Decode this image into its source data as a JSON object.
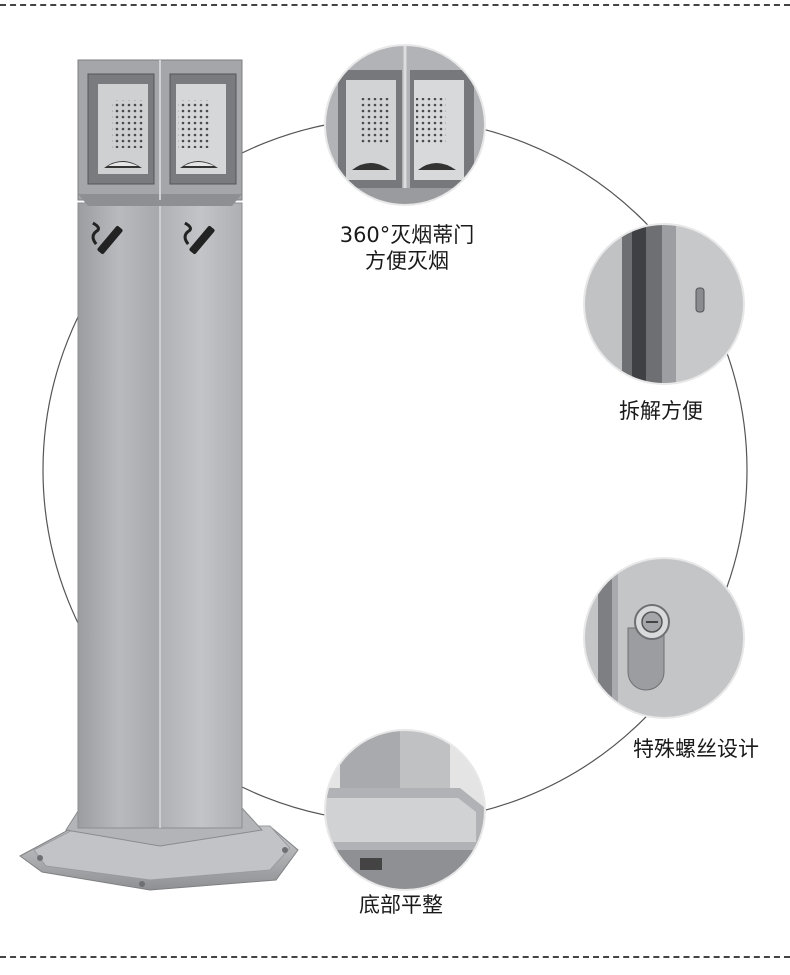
{
  "features": {
    "ashtray_door": {
      "line1": "360°灭烟蒂门",
      "line2": "方便灭烟"
    },
    "detachable": {
      "label": "拆解方便"
    },
    "special_screw": {
      "label": "特殊螺丝设计"
    },
    "flat_base": {
      "label": "底部平整"
    }
  },
  "icons": {
    "smoking_symbol": "cigarette-icon"
  },
  "colors": {
    "steel": "#b5b6b8",
    "steel_dark": "#8e8f92",
    "text": "#1a1a1a",
    "circle_line": "#555555"
  }
}
